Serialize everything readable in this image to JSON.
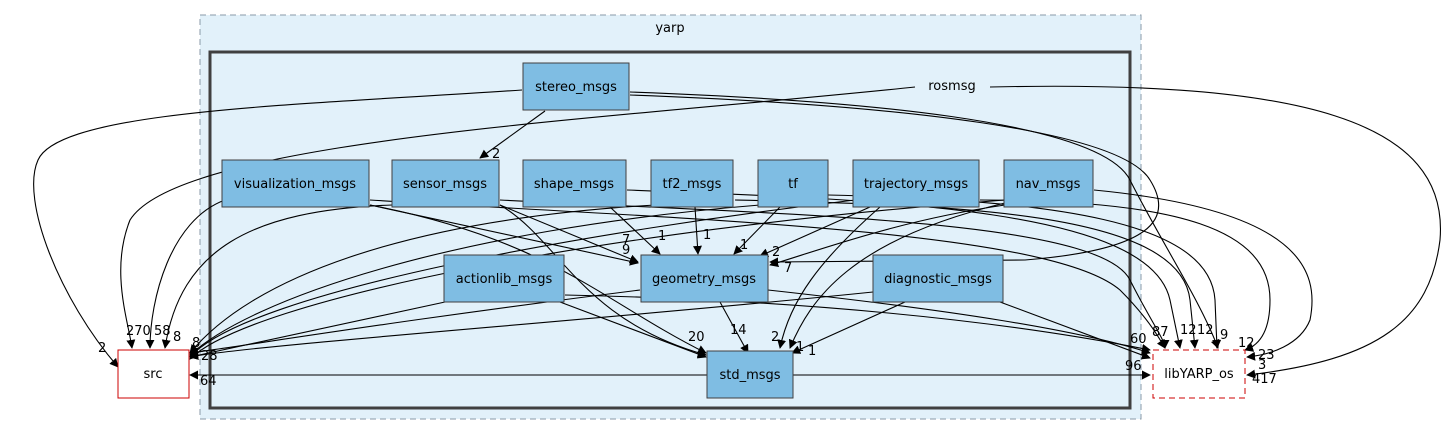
{
  "outer_cluster": {
    "label": "yarp"
  },
  "inner_cluster": {
    "label": "rosmsg"
  },
  "nodes": {
    "stereo_msgs": "stereo_msgs",
    "visualization_msgs": "visualization_msgs",
    "sensor_msgs": "sensor_msgs",
    "shape_msgs": "shape_msgs",
    "tf2_msgs": "tf2_msgs",
    "tf": "tf",
    "trajectory_msgs": "trajectory_msgs",
    "nav_msgs": "nav_msgs",
    "actionlib_msgs": "actionlib_msgs",
    "geometry_msgs": "geometry_msgs",
    "diagnostic_msgs": "diagnostic_msgs",
    "std_msgs": "std_msgs",
    "src": "src",
    "libYARP_os": "libYARP_os"
  },
  "edge_labels": {
    "stereo_sensor": "2",
    "l_2": "2",
    "l_270": "270",
    "l_58": "58",
    "l_8a": "8",
    "l_8b": "8",
    "l_28": "28",
    "l_64": "64",
    "l_7a": "7",
    "l_9": "9",
    "l_1a": "1",
    "l_1b": "1",
    "l_1c": "1",
    "l_2b": "2",
    "l_7b": "7",
    "l_14": "14",
    "l_20": "20",
    "l_2c": "2",
    "l_1d": "1",
    "l_1e": "1",
    "l_96": "96",
    "l_60": "60",
    "l_87": "87",
    "l_12a": "12",
    "l_12b": "12",
    "l_9b": "9",
    "l_12c": "12",
    "l_23": "23",
    "l_3": "3",
    "l_417": "417"
  }
}
